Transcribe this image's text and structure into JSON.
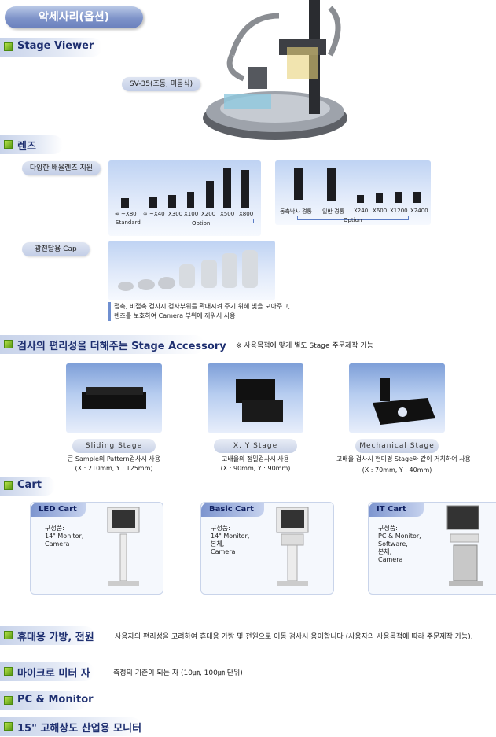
{
  "header": {
    "title": "악세사리(옵션)"
  },
  "stage_viewer": {
    "title": "Stage  Viewer",
    "model": "SV-35(조동, 미동식)"
  },
  "lens": {
    "title": "렌즈",
    "magnification_label": "다양한 배율렌즈 지원",
    "group1": {
      "labels": [
        "∞ ~X80",
        "∞ ~X40",
        "X300",
        "X100",
        "X200",
        "X500",
        "X800"
      ],
      "standard": "Standard",
      "option": "Option"
    },
    "group2": {
      "labels": [
        "동축낙사 경통",
        "일반 경통",
        "X240",
        "X600",
        "X1200",
        "X2400"
      ],
      "option": "Option"
    },
    "cap_label": "광전달용 Cap",
    "cap_note": [
      "접촉, 비접촉 검사시 검사부위를 확대시켜 주기 위해 빛을 모아주고,",
      "렌즈를 보호하여 Camera 부위에 끼워서 사용"
    ]
  },
  "accessory": {
    "title": "검사의 편리성을 더해주는 Stage Accessory",
    "note": "※ 사용목적에 맞게 별도 Stage 주문제작 가능",
    "items": [
      {
        "name": "Sliding Stage",
        "desc": "큰 Sample의 Pattern검사시 사용",
        "size": "(X : 210mm,  Y : 125mm)"
      },
      {
        "name": "X, Y Stage",
        "desc": "고배율의 정밀검사시 사용",
        "size": "(X : 90mm,  Y : 90mm)"
      },
      {
        "name": "Mechanical Stage",
        "desc": "고배율 검사시 현미경 Stage와 같이 거치하여 사용",
        "size": "(X : 70mm,  Y : 40mm)"
      }
    ]
  },
  "cart": {
    "title": "Cart",
    "items": [
      {
        "name": "LED Cart",
        "desc": "구성품:\n14\" Monitor,\nCamera"
      },
      {
        "name": "Basic Cart",
        "desc": "구성품:\n14\" Monitor,\n본체,\nCamera"
      },
      {
        "name": "IT Cart",
        "desc": "구성품:\nPC & Monitor,\nSoftware,\n본체,\nCamera"
      }
    ]
  },
  "portable": {
    "title": "휴대용 가방, 전원",
    "desc": "사용자의 편리성을 고려하여 휴대용 가방 및 전원으로 이동 검사시 용이합니다 (사용자의 사용목적에 따라 주문제작 가능)."
  },
  "micrometer": {
    "title": "마이크로 미터 자",
    "desc": "측정의 기준이 되는 자 (10㎛, 100㎛ 단위)"
  },
  "pc_monitor": {
    "title": "PC & Monitor"
  },
  "industrial_monitor": {
    "title": "15\" 고해상도 산업용 모니터"
  },
  "colors": {
    "accent": "#1e2f70",
    "bullet": "#7cc12a",
    "panel": "#9fb8e6"
  }
}
